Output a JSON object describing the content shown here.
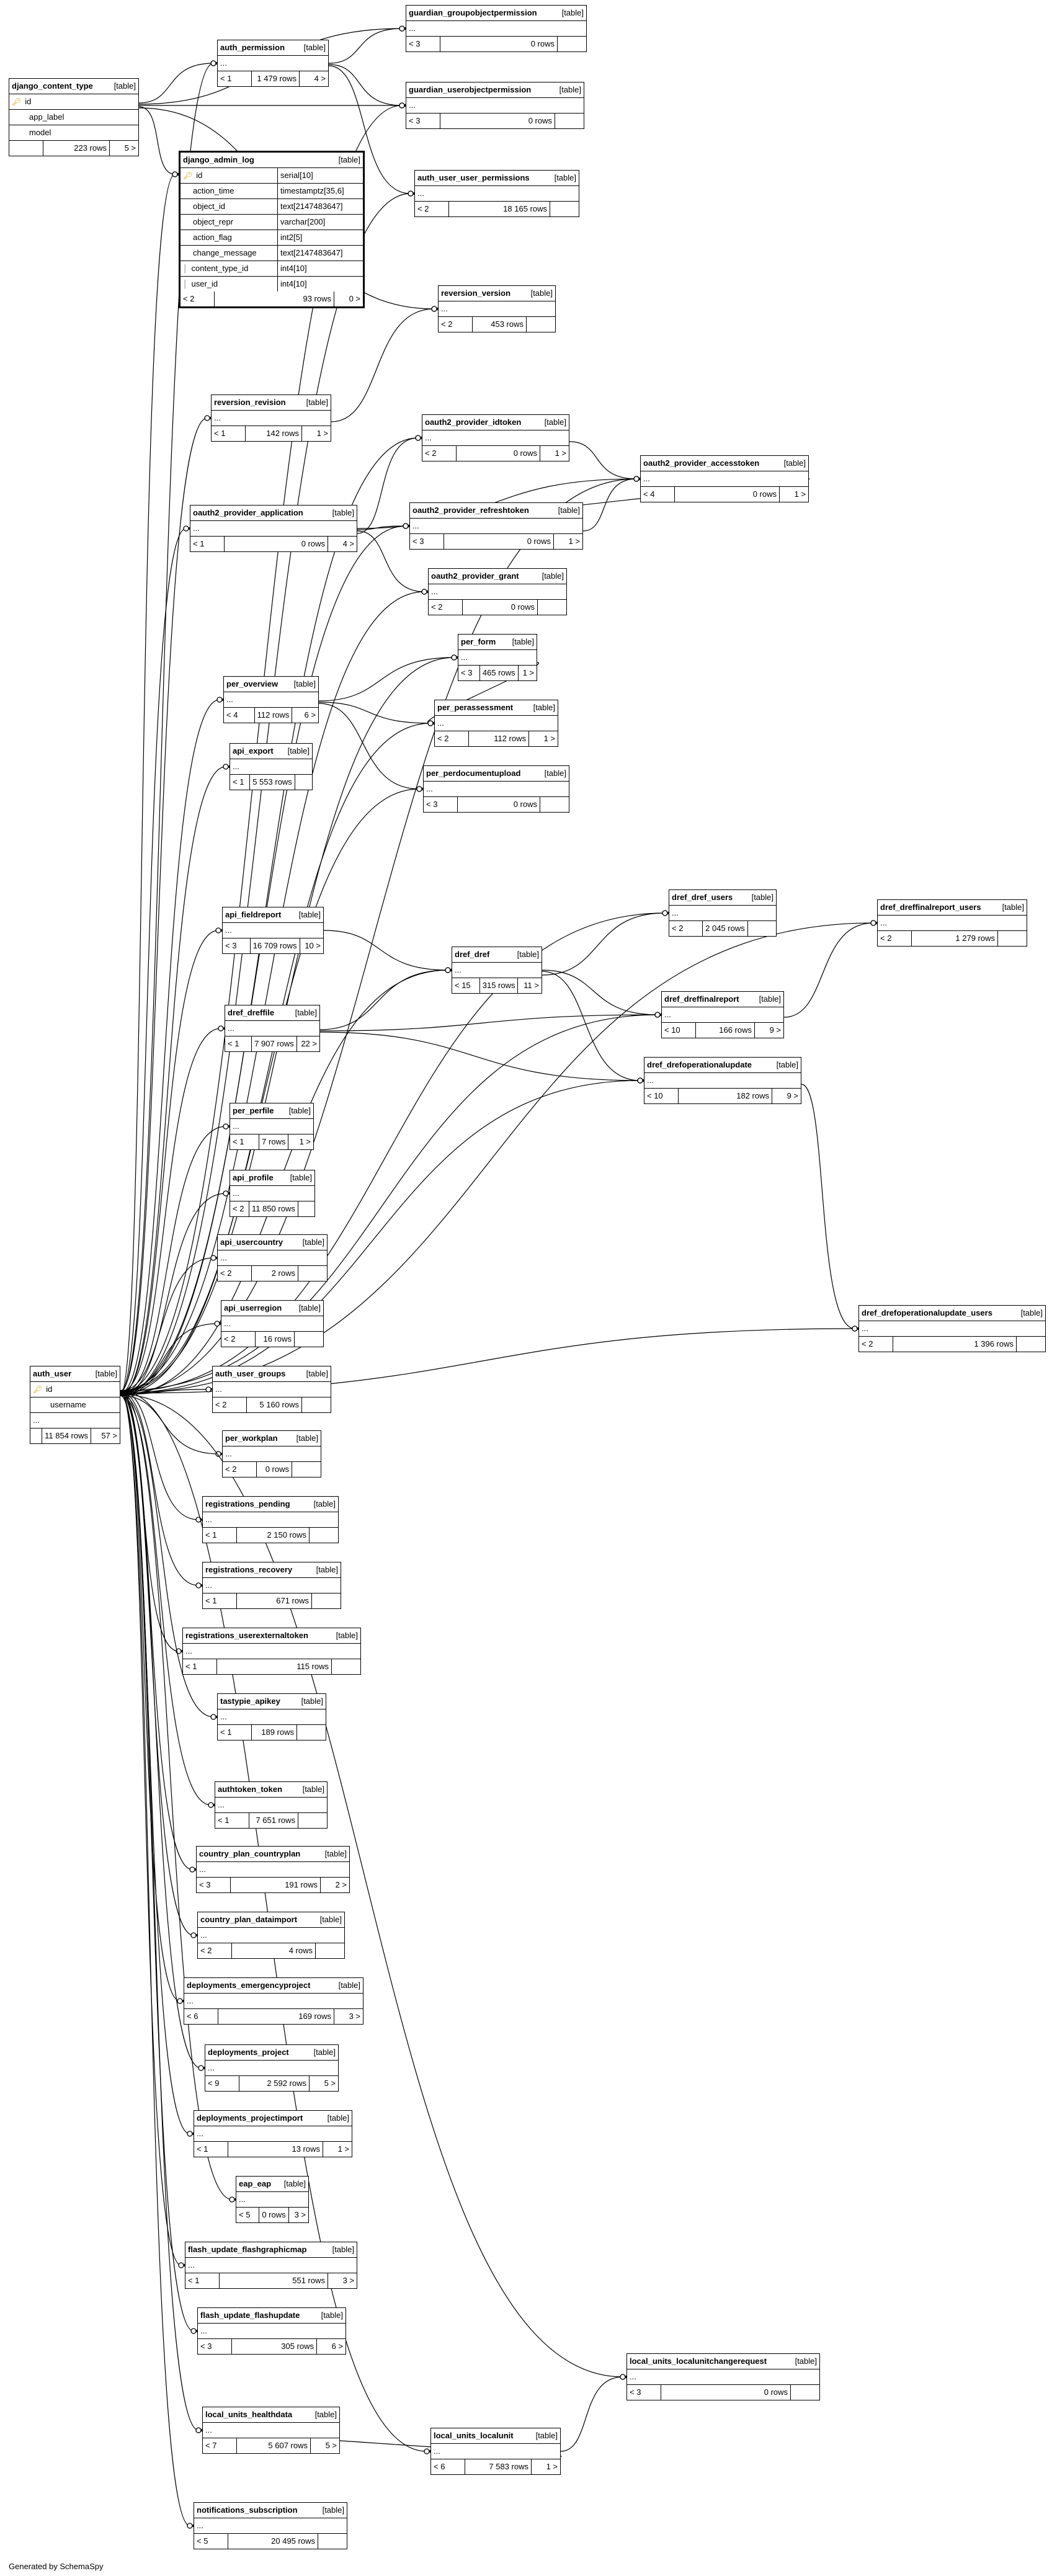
{
  "footer": "Generated by SchemaSpy",
  "tables": {
    "django_content_type": {
      "name": "django_content_type",
      "type": "[table]",
      "columns": [
        "id",
        "app_label",
        "model"
      ],
      "pk": "id",
      "left": "",
      "rows": "223 rows",
      "right": "5 >"
    },
    "auth_permission": {
      "name": "auth_permission",
      "type": "[table]",
      "left": "< 1",
      "rows": "1 479 rows",
      "right": "4 >"
    },
    "guardian_groupobjectpermission": {
      "name": "guardian_groupobjectpermission",
      "type": "[table]",
      "left": "< 3",
      "rows": "0 rows",
      "right": ""
    },
    "guardian_userobjectpermission": {
      "name": "guardian_userobjectpermission",
      "type": "[table]",
      "left": "< 3",
      "rows": "0 rows",
      "right": ""
    },
    "django_admin_log": {
      "name": "django_admin_log",
      "type": "[table]",
      "columns": [
        {
          "name": "id",
          "type": "serial[10]",
          "key": "pk"
        },
        {
          "name": "action_time",
          "type": "timestamptz[35,6]"
        },
        {
          "name": "object_id",
          "type": "text[2147483647]"
        },
        {
          "name": "object_repr",
          "type": "varchar[200]"
        },
        {
          "name": "action_flag",
          "type": "int2[5]"
        },
        {
          "name": "change_message",
          "type": "text[2147483647]"
        },
        {
          "name": "content_type_id",
          "type": "int4[10]",
          "key": "fk"
        },
        {
          "name": "user_id",
          "type": "int4[10]",
          "key": "fk"
        }
      ],
      "left": "< 2",
      "rows": "93 rows",
      "right": "0 >"
    },
    "auth_user_user_permissions": {
      "name": "auth_user_user_permissions",
      "type": "[table]",
      "left": "< 2",
      "rows": "18 165 rows",
      "right": ""
    },
    "reversion_version": {
      "name": "reversion_version",
      "type": "[table]",
      "left": "< 2",
      "rows": "453 rows",
      "right": ""
    },
    "reversion_revision": {
      "name": "reversion_revision",
      "type": "[table]",
      "left": "< 1",
      "rows": "142 rows",
      "right": "1 >"
    },
    "oauth2_provider_idtoken": {
      "name": "oauth2_provider_idtoken",
      "type": "[table]",
      "left": "< 2",
      "rows": "0 rows",
      "right": "1 >"
    },
    "oauth2_provider_accesstoken": {
      "name": "oauth2_provider_accesstoken",
      "type": "[table]",
      "left": "< 4",
      "rows": "0 rows",
      "right": "1 >"
    },
    "oauth2_provider_application": {
      "name": "oauth2_provider_application",
      "type": "[table]",
      "left": "< 1",
      "rows": "0 rows",
      "right": "4 >"
    },
    "oauth2_provider_refreshtoken": {
      "name": "oauth2_provider_refreshtoken",
      "type": "[table]",
      "left": "< 3",
      "rows": "0 rows",
      "right": "1 >"
    },
    "oauth2_provider_grant": {
      "name": "oauth2_provider_grant",
      "type": "[table]",
      "left": "< 2",
      "rows": "0 rows",
      "right": ""
    },
    "per_form": {
      "name": "per_form",
      "type": "[table]",
      "left": "< 3",
      "rows": "465 rows",
      "right": "1 >"
    },
    "per_overview": {
      "name": "per_overview",
      "type": "[table]",
      "left": "< 4",
      "rows": "112 rows",
      "right": "6 >"
    },
    "per_perassessment": {
      "name": "per_perassessment",
      "type": "[table]",
      "left": "< 2",
      "rows": "112 rows",
      "right": "1 >"
    },
    "api_export": {
      "name": "api_export",
      "type": "[table]",
      "left": "< 1",
      "rows": "5 553 rows",
      "right": ""
    },
    "per_perdocumentupload": {
      "name": "per_perdocumentupload",
      "type": "[table]",
      "left": "< 3",
      "rows": "0 rows",
      "right": ""
    },
    "dref_dref_users": {
      "name": "dref_dref_users",
      "type": "[table]",
      "left": "< 2",
      "rows": "2 045 rows",
      "right": ""
    },
    "dref_dreffinalreport_users": {
      "name": "dref_dreffinalreport_users",
      "type": "[table]",
      "left": "< 2",
      "rows": "1 279 rows",
      "right": ""
    },
    "api_fieldreport": {
      "name": "api_fieldreport",
      "type": "[table]",
      "left": "< 3",
      "rows": "16 709 rows",
      "right": "10 >"
    },
    "dref_dref": {
      "name": "dref_dref",
      "type": "[table]",
      "left": "< 15",
      "rows": "315 rows",
      "right": "11 >"
    },
    "dref_dreffinalreport": {
      "name": "dref_dreffinalreport",
      "type": "[table]",
      "left": "< 10",
      "rows": "166 rows",
      "right": "9 >"
    },
    "dref_dreffile": {
      "name": "dref_dreffile",
      "type": "[table]",
      "left": "< 1",
      "rows": "7 907 rows",
      "right": "22 >"
    },
    "dref_drefoperationalupdate": {
      "name": "dref_drefoperationalupdate",
      "type": "[table]",
      "left": "< 10",
      "rows": "182 rows",
      "right": "9 >"
    },
    "per_perfile": {
      "name": "per_perfile",
      "type": "[table]",
      "left": "< 1",
      "rows": "7 rows",
      "right": "1 >"
    },
    "api_profile": {
      "name": "api_profile",
      "type": "[table]",
      "left": "< 2",
      "rows": "11 850 rows",
      "right": ""
    },
    "api_usercountry": {
      "name": "api_usercountry",
      "type": "[table]",
      "left": "< 2",
      "rows": "2 rows",
      "right": ""
    },
    "api_userregion": {
      "name": "api_userregion",
      "type": "[table]",
      "left": "< 2",
      "rows": "16 rows",
      "right": ""
    },
    "dref_drefoperationalupdate_users": {
      "name": "dref_drefoperationalupdate_users",
      "type": "[table]",
      "left": "< 2",
      "rows": "1 396 rows",
      "right": ""
    },
    "auth_user": {
      "name": "auth_user",
      "type": "[table]",
      "columns": [
        "id",
        "username"
      ],
      "pk": "id",
      "left": "",
      "rows": "11 854 rows",
      "right": "57 >"
    },
    "auth_user_groups": {
      "name": "auth_user_groups",
      "type": "[table]",
      "left": "< 2",
      "rows": "5 160 rows",
      "right": ""
    },
    "per_workplan": {
      "name": "per_workplan",
      "type": "[table]",
      "left": "< 2",
      "rows": "0 rows",
      "right": ""
    },
    "registrations_pending": {
      "name": "registrations_pending",
      "type": "[table]",
      "left": "< 1",
      "rows": "2 150 rows",
      "right": ""
    },
    "registrations_recovery": {
      "name": "registrations_recovery",
      "type": "[table]",
      "left": "< 1",
      "rows": "671 rows",
      "right": ""
    },
    "registrations_userexternaltoken": {
      "name": "registrations_userexternaltoken",
      "type": "[table]",
      "left": "< 1",
      "rows": "115 rows",
      "right": ""
    },
    "tastypie_apikey": {
      "name": "tastypie_apikey",
      "type": "[table]",
      "left": "< 1",
      "rows": "189 rows",
      "right": ""
    },
    "authtoken_token": {
      "name": "authtoken_token",
      "type": "[table]",
      "left": "< 1",
      "rows": "7 651 rows",
      "right": ""
    },
    "country_plan_countryplan": {
      "name": "country_plan_countryplan",
      "type": "[table]",
      "left": "< 3",
      "rows": "191 rows",
      "right": "2 >"
    },
    "country_plan_dataimport": {
      "name": "country_plan_dataimport",
      "type": "[table]",
      "left": "< 2",
      "rows": "4 rows",
      "right": ""
    },
    "deployments_emergencyproject": {
      "name": "deployments_emergencyproject",
      "type": "[table]",
      "left": "< 6",
      "rows": "169 rows",
      "right": "3 >"
    },
    "deployments_project": {
      "name": "deployments_project",
      "type": "[table]",
      "left": "< 9",
      "rows": "2 592 rows",
      "right": "5 >"
    },
    "deployments_projectimport": {
      "name": "deployments_projectimport",
      "type": "[table]",
      "left": "< 1",
      "rows": "13 rows",
      "right": "1 >"
    },
    "eap_eap": {
      "name": "eap_eap",
      "type": "[table]",
      "left": "< 5",
      "rows": "0 rows",
      "right": "3 >"
    },
    "flash_update_flashgraphicmap": {
      "name": "flash_update_flashgraphicmap",
      "type": "[table]",
      "left": "< 1",
      "rows": "551 rows",
      "right": "3 >"
    },
    "flash_update_flashupdate": {
      "name": "flash_update_flashupdate",
      "type": "[table]",
      "left": "< 3",
      "rows": "305 rows",
      "right": "6 >"
    },
    "local_units_localunitchangerequest": {
      "name": "local_units_localunitchangerequest",
      "type": "[table]",
      "left": "< 3",
      "rows": "0 rows",
      "right": ""
    },
    "local_units_healthdata": {
      "name": "local_units_healthdata",
      "type": "[table]",
      "left": "< 7",
      "rows": "5 607 rows",
      "right": "5 >"
    },
    "local_units_localunit": {
      "name": "local_units_localunit",
      "type": "[table]",
      "left": "< 6",
      "rows": "7 583 rows",
      "right": "1 >"
    },
    "notifications_subscription": {
      "name": "notifications_subscription",
      "type": "[table]",
      "left": "< 5",
      "rows": "20 495 rows",
      "right": ""
    }
  },
  "relations": [
    [
      "django_content_type",
      "auth_permission"
    ],
    [
      "django_content_type",
      "guardian_groupobjectpermission"
    ],
    [
      "django_content_type",
      "guardian_userobjectpermission"
    ],
    [
      "django_content_type",
      "django_admin_log"
    ],
    [
      "django_content_type",
      "reversion_version"
    ],
    [
      "auth_permission",
      "guardian_groupobjectpermission"
    ],
    [
      "auth_permission",
      "guardian_userobjectpermission"
    ],
    [
      "auth_permission",
      "auth_user_user_permissions"
    ],
    [
      "reversion_revision",
      "reversion_version"
    ],
    [
      "oauth2_provider_application",
      "oauth2_provider_idtoken"
    ],
    [
      "oauth2_provider_application",
      "oauth2_provider_accesstoken"
    ],
    [
      "oauth2_provider_application",
      "oauth2_provider_refreshtoken"
    ],
    [
      "oauth2_provider_application",
      "oauth2_provider_grant"
    ],
    [
      "oauth2_provider_idtoken",
      "oauth2_provider_accesstoken"
    ],
    [
      "oauth2_provider_refreshtoken",
      "oauth2_provider_accesstoken"
    ],
    [
      "oauth2_provider_accesstoken",
      "oauth2_provider_refreshtoken"
    ],
    [
      "per_overview",
      "per_form"
    ],
    [
      "per_overview",
      "per_perassessment"
    ],
    [
      "per_overview",
      "per_perdocumentupload"
    ],
    [
      "per_form",
      "per_perassessment"
    ],
    [
      "api_fieldreport",
      "dref_dref"
    ],
    [
      "dref_dreffile",
      "dref_dref"
    ],
    [
      "dref_dreffile",
      "dref_dreffinalreport"
    ],
    [
      "dref_dreffile",
      "dref_drefoperationalupdate"
    ],
    [
      "dref_dref",
      "dref_dref_users"
    ],
    [
      "dref_dref",
      "dref_dreffinalreport"
    ],
    [
      "dref_dref",
      "dref_drefoperationalupdate"
    ],
    [
      "dref_dreffinalreport",
      "dref_dreffinalreport_users"
    ],
    [
      "dref_drefoperationalupdate",
      "dref_drefoperationalupdate_users"
    ],
    [
      "local_units_localunit",
      "local_units_healthdata"
    ],
    [
      "local_units_localunit",
      "local_units_localunitchangerequest"
    ],
    [
      "auth_user",
      "auth_permission"
    ],
    [
      "auth_user",
      "guardian_userobjectpermission"
    ],
    [
      "auth_user",
      "django_admin_log"
    ],
    [
      "auth_user",
      "auth_user_user_permissions"
    ],
    [
      "auth_user",
      "reversion_revision"
    ],
    [
      "auth_user",
      "oauth2_provider_application"
    ],
    [
      "auth_user",
      "oauth2_provider_idtoken"
    ],
    [
      "auth_user",
      "oauth2_provider_accesstoken"
    ],
    [
      "auth_user",
      "oauth2_provider_refreshtoken"
    ],
    [
      "auth_user",
      "oauth2_provider_grant"
    ],
    [
      "auth_user",
      "per_form"
    ],
    [
      "auth_user",
      "per_overview"
    ],
    [
      "auth_user",
      "per_perassessment"
    ],
    [
      "auth_user",
      "api_export"
    ],
    [
      "auth_user",
      "per_perdocumentupload"
    ],
    [
      "auth_user",
      "dref_dref_users"
    ],
    [
      "auth_user",
      "dref_dreffinalreport_users"
    ],
    [
      "auth_user",
      "api_fieldreport"
    ],
    [
      "auth_user",
      "dref_dref"
    ],
    [
      "auth_user",
      "dref_dreffinalreport"
    ],
    [
      "auth_user",
      "dref_dreffile"
    ],
    [
      "auth_user",
      "dref_drefoperationalupdate"
    ],
    [
      "auth_user",
      "per_perfile"
    ],
    [
      "auth_user",
      "api_profile"
    ],
    [
      "auth_user",
      "api_usercountry"
    ],
    [
      "auth_user",
      "api_userregion"
    ],
    [
      "auth_user",
      "dref_drefoperationalupdate_users"
    ],
    [
      "auth_user",
      "auth_user_groups"
    ],
    [
      "auth_user",
      "per_workplan"
    ],
    [
      "auth_user",
      "registrations_pending"
    ],
    [
      "auth_user",
      "registrations_recovery"
    ],
    [
      "auth_user",
      "registrations_userexternaltoken"
    ],
    [
      "auth_user",
      "tastypie_apikey"
    ],
    [
      "auth_user",
      "authtoken_token"
    ],
    [
      "auth_user",
      "country_plan_countryplan"
    ],
    [
      "auth_user",
      "country_plan_dataimport"
    ],
    [
      "auth_user",
      "deployments_emergencyproject"
    ],
    [
      "auth_user",
      "deployments_project"
    ],
    [
      "auth_user",
      "deployments_projectimport"
    ],
    [
      "auth_user",
      "eap_eap"
    ],
    [
      "auth_user",
      "flash_update_flashgraphicmap"
    ],
    [
      "auth_user",
      "flash_update_flashupdate"
    ],
    [
      "auth_user",
      "local_units_localunitchangerequest"
    ],
    [
      "auth_user",
      "local_units_healthdata"
    ],
    [
      "auth_user",
      "local_units_localunit"
    ],
    [
      "auth_user",
      "notifications_subscription"
    ]
  ]
}
